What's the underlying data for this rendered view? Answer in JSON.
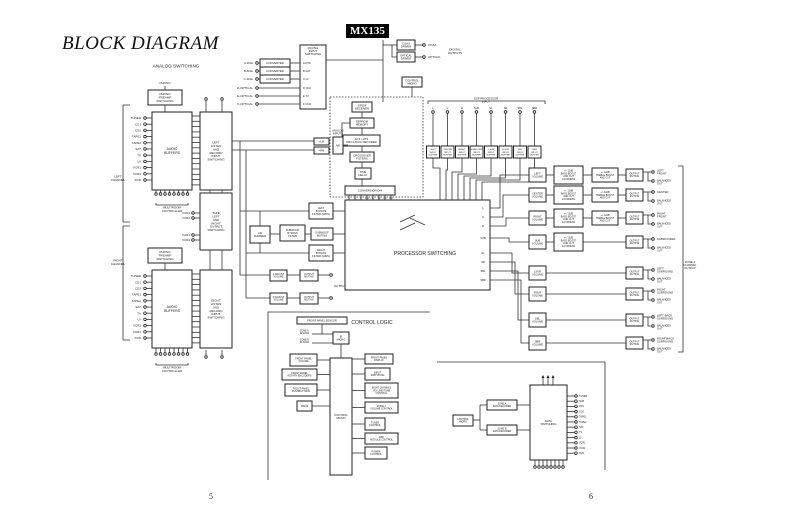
{
  "title": "BLOCK DIAGRAM",
  "model": "MX135",
  "pages": {
    "left": "5",
    "right": "6"
  },
  "analog": {
    "section_title": "ANALOG SWITCHING",
    "phono": "PHONO",
    "phono_preamp": [
      "PHONO",
      "PREAMP",
      "SWITCHING"
    ],
    "audio_buffers": [
      "AUDIO",
      "BUFFERS"
    ],
    "left_switching": [
      "LEFT",
      "LISTEN",
      "AND",
      "RECORD",
      "INPUT",
      "SWITCHING"
    ],
    "tape_switching": [
      "TAPE",
      "LEFT",
      "AND",
      "RIGHT",
      "OUTPUT",
      "SWITCHING"
    ],
    "right_switching": [
      "RIGHT",
      "LISTEN",
      "AND",
      "RECORD",
      "INPUT",
      "SWITCHING"
    ],
    "inputs": [
      "TUNER",
      "CD1",
      "CD2",
      "TAPE1",
      "TAPE2",
      "SAT",
      "TV",
      "LV",
      "VCR1",
      "VCR2",
      "DVD"
    ],
    "vcr_outs": [
      "VCR1",
      "VCR2",
      "VCR1",
      "VCR2"
    ],
    "left_channel": [
      "LEFT",
      "CHANNEL"
    ],
    "right_channel": [
      "RIGHT",
      "CHANNEL"
    ],
    "multiroom": [
      "MULTIROOM",
      "CONTROLLER"
    ]
  },
  "digital": {
    "inputs": [
      "A-DIGI",
      "B-DIGI",
      "C-DIGI",
      "D-OPTICAL",
      "E-OPTICAL",
      "F-OPTICAL"
    ],
    "converter": [
      "CONVERTER"
    ],
    "switching": [
      "DIGITAL",
      "INPUT",
      "SWITCHING"
    ],
    "switch_ports": [
      "A  DVD",
      "B  SAT",
      "C  LV",
      "D  CD2",
      "E  TV",
      "F  VCR"
    ],
    "coax_driver": [
      "COAX",
      "DRIVER"
    ],
    "optical_driver": [
      "OPTICAL",
      "DRIVER"
    ],
    "coax_out": "COAX",
    "optical_out": "OPTICAL",
    "outputs_label": [
      "DIGITAL",
      "OUTPUTS"
    ],
    "control_micro": [
      "CONTROL",
      "MICRO"
    ]
  },
  "dsp": {
    "spdif": [
      "S/PDIF",
      "RECEIVER"
    ],
    "eeprom": [
      "EEPROM",
      "MEMORY"
    ],
    "decoder": [
      "AC3 / DTS",
      "PRO LOGIC DECODER"
    ],
    "crossover": [
      "CROSSOVER",
      "FILTERS"
    ],
    "delay": [
      "TIME",
      "DELAY"
    ],
    "conversion": [
      "CONVERSION D/A"
    ],
    "analog_inputs": [
      "ANALOG",
      "INPUTS"
    ],
    "ad": [
      "A/D"
    ],
    "lm": [
      "+LM"
    ],
    "rm": [
      "+RM"
    ],
    "channels": [
      "L",
      "C",
      "R",
      "SUR",
      "SL",
      "SR",
      "SBL",
      "SBR"
    ],
    "processor_input": [
      "DSP PROCESSOR",
      "INPUT"
    ],
    "buffers": [
      [
        "LEFT",
        "INPUT",
        "BUFFER"
      ],
      [
        "CENTER",
        "INPUT",
        "BUFFER"
      ],
      [
        "RIGHT",
        "INPUT",
        "BUFFER"
      ],
      [
        "SURROUND",
        "INPUT",
        "BUFFER"
      ],
      [
        "L.SUR",
        "INPUT",
        "BUFFER"
      ],
      [
        "R.SUR",
        "INPUT",
        "BUFFER"
      ],
      [
        "SBL",
        "INPUT",
        "BUFFER"
      ],
      [
        "SBR",
        "INPUT",
        "BUFFER"
      ]
    ]
  },
  "processor": {
    "title": "PROCESSOR SWITCHING",
    "outputs": [
      "L",
      "C",
      "R",
      "SUB",
      "SL",
      "SR",
      "SBL",
      "SBR"
    ]
  },
  "bypass": {
    "summer": [
      "L/R",
      "SUMMER"
    ],
    "sub_filter": [
      "SUBWOOF",
      "BYPASS",
      "FILTER"
    ],
    "left_filter": [
      "LEFT",
      "BYPASS",
      "FILTER (MAIN)"
    ],
    "sub_muting": [
      "SUBWOOF",
      "MUTING"
    ],
    "right_filter": [
      "RIGHT",
      "BYPASS",
      "FILTER (MAIN)"
    ],
    "l_volume": [
      "L ADJUST",
      "VOLUME"
    ],
    "r_volume": [
      "R ADJUST",
      "VOLUME"
    ],
    "muting": [
      "OUTPUT",
      "MUTING"
    ],
    "output": [
      "OUTPUT"
    ]
  },
  "outputs": {
    "volumes": [
      [
        "LEFT",
        "VOLUME"
      ],
      [
        "CENTER",
        "VOLUME"
      ],
      [
        "RIGHT",
        "VOLUME"
      ],
      [
        "SUB",
        "VOLUME"
      ],
      [
        "LSUR",
        "VOLUME"
      ],
      [
        "RSUR",
        "VOLUME"
      ],
      [
        "SBL",
        "VOLUME"
      ],
      [
        "SBR",
        "VOLUME"
      ]
    ],
    "bass": [
      "+/- 12dB",
      "BASS BOOST",
      "AND CUT",
      "LOUDNESS"
    ],
    "treble": [
      "+/- 12dB",
      "TREBLE BOOST",
      "AND CUT"
    ],
    "muting": [
      "OUTPUT",
      "MUTING"
    ],
    "labels": [
      [
        "LEFT",
        "FRONT"
      ],
      [
        "CENTER"
      ],
      [
        "RIGHT",
        "FRONT"
      ],
      [
        "SUBWOOFER"
      ],
      [
        "LEFT",
        "SURROUND"
      ],
      [
        "RIGHT",
        "SURROUND"
      ],
      [
        "LEFT BACK",
        "SURROUND"
      ],
      [
        "RIGHT BACK",
        "SURROUND"
      ]
    ],
    "balanced": [
      "BALANCED",
      "OUT"
    ],
    "zone_label": [
      "ZONE 2",
      "CHANNEL",
      "OUTPUT"
    ]
  },
  "control_logic": {
    "title": "CONTROL LOGIC",
    "sensor": [
      "FRONT PANEL SENSOR"
    ],
    "zone_a": [
      "ZONE A",
      "IR DATA"
    ],
    "zone_b": [
      "ZONE B",
      "IR DATA"
    ],
    "ir_micro": [
      "IR",
      "MICRO"
    ],
    "micro": [
      "CONTROL",
      "MICRO"
    ],
    "left_items": [
      [
        "FRONT PANEL",
        "VOLUME"
      ],
      [
        "FRONT PANEL",
        "ROTARY ENCODERS"
      ],
      [
        "FRONT PANEL",
        "PUSHBUTTONS"
      ],
      [
        "RS232"
      ]
    ],
    "right_items": [
      [
        "FRONT PANEL",
        "DISPLAY"
      ],
      [
        "INPUT",
        "SWITCHING"
      ],
      [
        "EIGHT CHANNEL",
        "VOLUME/TONE",
        "CONTROL"
      ],
      [
        "ZONE 2",
        "VOLUME CONTROL"
      ],
      [
        "TUNER",
        "CONTROL"
      ],
      [
        "DSP",
        "MODULE CONTROL"
      ],
      [
        "POWER",
        "CONTROL"
      ]
    ]
  },
  "zone": {
    "control_micro": [
      "CONTROL",
      "MICRO"
    ],
    "zone_a": [
      "ZONE A",
      "DATA DECODER"
    ],
    "zone_b": [
      "ZONE B",
      "DATA DECODER"
    ],
    "data_switching": [
      "DATA",
      "SWITCHING"
    ],
    "outputs": [
      "TUNER",
      "SUB",
      "CD1",
      "CD2",
      "TAPE1",
      "TAPE2",
      "SAT",
      "TV",
      "LV",
      "VCR1",
      "VCR2",
      "DVD"
    ]
  }
}
